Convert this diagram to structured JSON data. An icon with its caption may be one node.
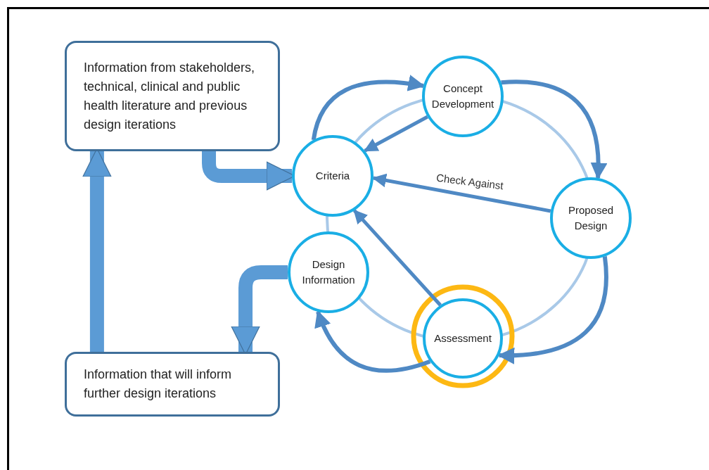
{
  "diagram": {
    "nodes": [
      {
        "text": [
          "Information from stakeholders, technical, clinical and public health literature and previous design iterations"
        ]
      },
      {
        "text": [
          "Concept Development"
        ]
      },
      {
        "text": [
          "Criteria"
        ]
      },
      {
        "text": [
          "Proposed Design"
        ]
      },
      {
        "text": [
          "Design Information"
        ]
      },
      {
        "text": [
          "Assessment"
        ]
      },
      {
        "text": [
          "Information that will inform further design iterations"
        ]
      }
    ],
    "edges": [
      {
        "from": 0,
        "to": 2,
        "arrow": "to",
        "style": "thick"
      },
      {
        "from": 1,
        "to": 2,
        "arrow": "to"
      },
      {
        "from": 3,
        "to": 2,
        "arrow": "to",
        "label": "Check Against"
      },
      {
        "from": 5,
        "to": 2,
        "arrow": "to"
      },
      {
        "from": 2,
        "to": 1,
        "arrow": "to"
      },
      {
        "from": 1,
        "to": 3,
        "arrow": "to"
      },
      {
        "from": 3,
        "to": 5,
        "arrow": "to"
      },
      {
        "from": 5,
        "to": 4,
        "arrow": "to"
      },
      {
        "from": 4,
        "to": 6,
        "arrow": "to",
        "style": "thick"
      },
      {
        "from": 6,
        "to": 0,
        "arrow": "to",
        "style": "thick"
      }
    ]
  }
}
